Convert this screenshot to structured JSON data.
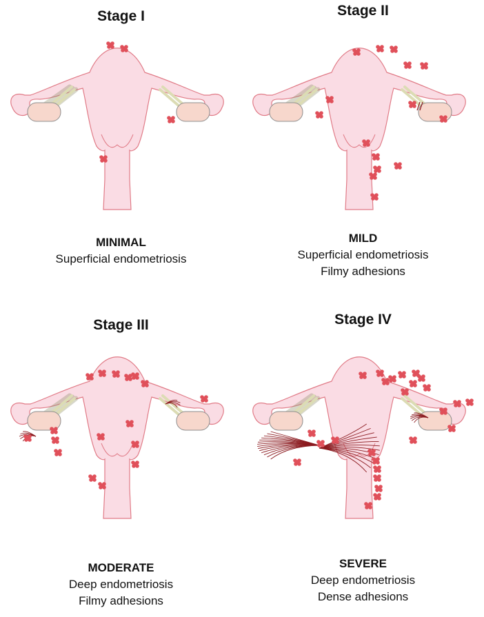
{
  "stages": [
    {
      "title": "Stage I",
      "severity": "MINIMAL",
      "lines": [
        "Superficial endometriosis"
      ]
    },
    {
      "title": "Stage II",
      "severity": "MILD",
      "lines": [
        "Superficial endometriosis",
        "Filmy adhesions"
      ]
    },
    {
      "title": "Stage III",
      "severity": "MODERATE",
      "lines": [
        "Deep endometriosis",
        "Filmy adhesions"
      ]
    },
    {
      "title": "Stage IV",
      "severity": "SEVERE",
      "lines": [
        "Deep endometriosis",
        "Dense adhesions"
      ]
    }
  ],
  "colors": {
    "uterus_fill": "#fadce4",
    "uterus_stroke": "#e07a86",
    "ovary_fill": "#f7d7cc",
    "ligament": "#dcdcb4",
    "lesion": "#e0505a",
    "adhesion": "#8b1a1f"
  }
}
